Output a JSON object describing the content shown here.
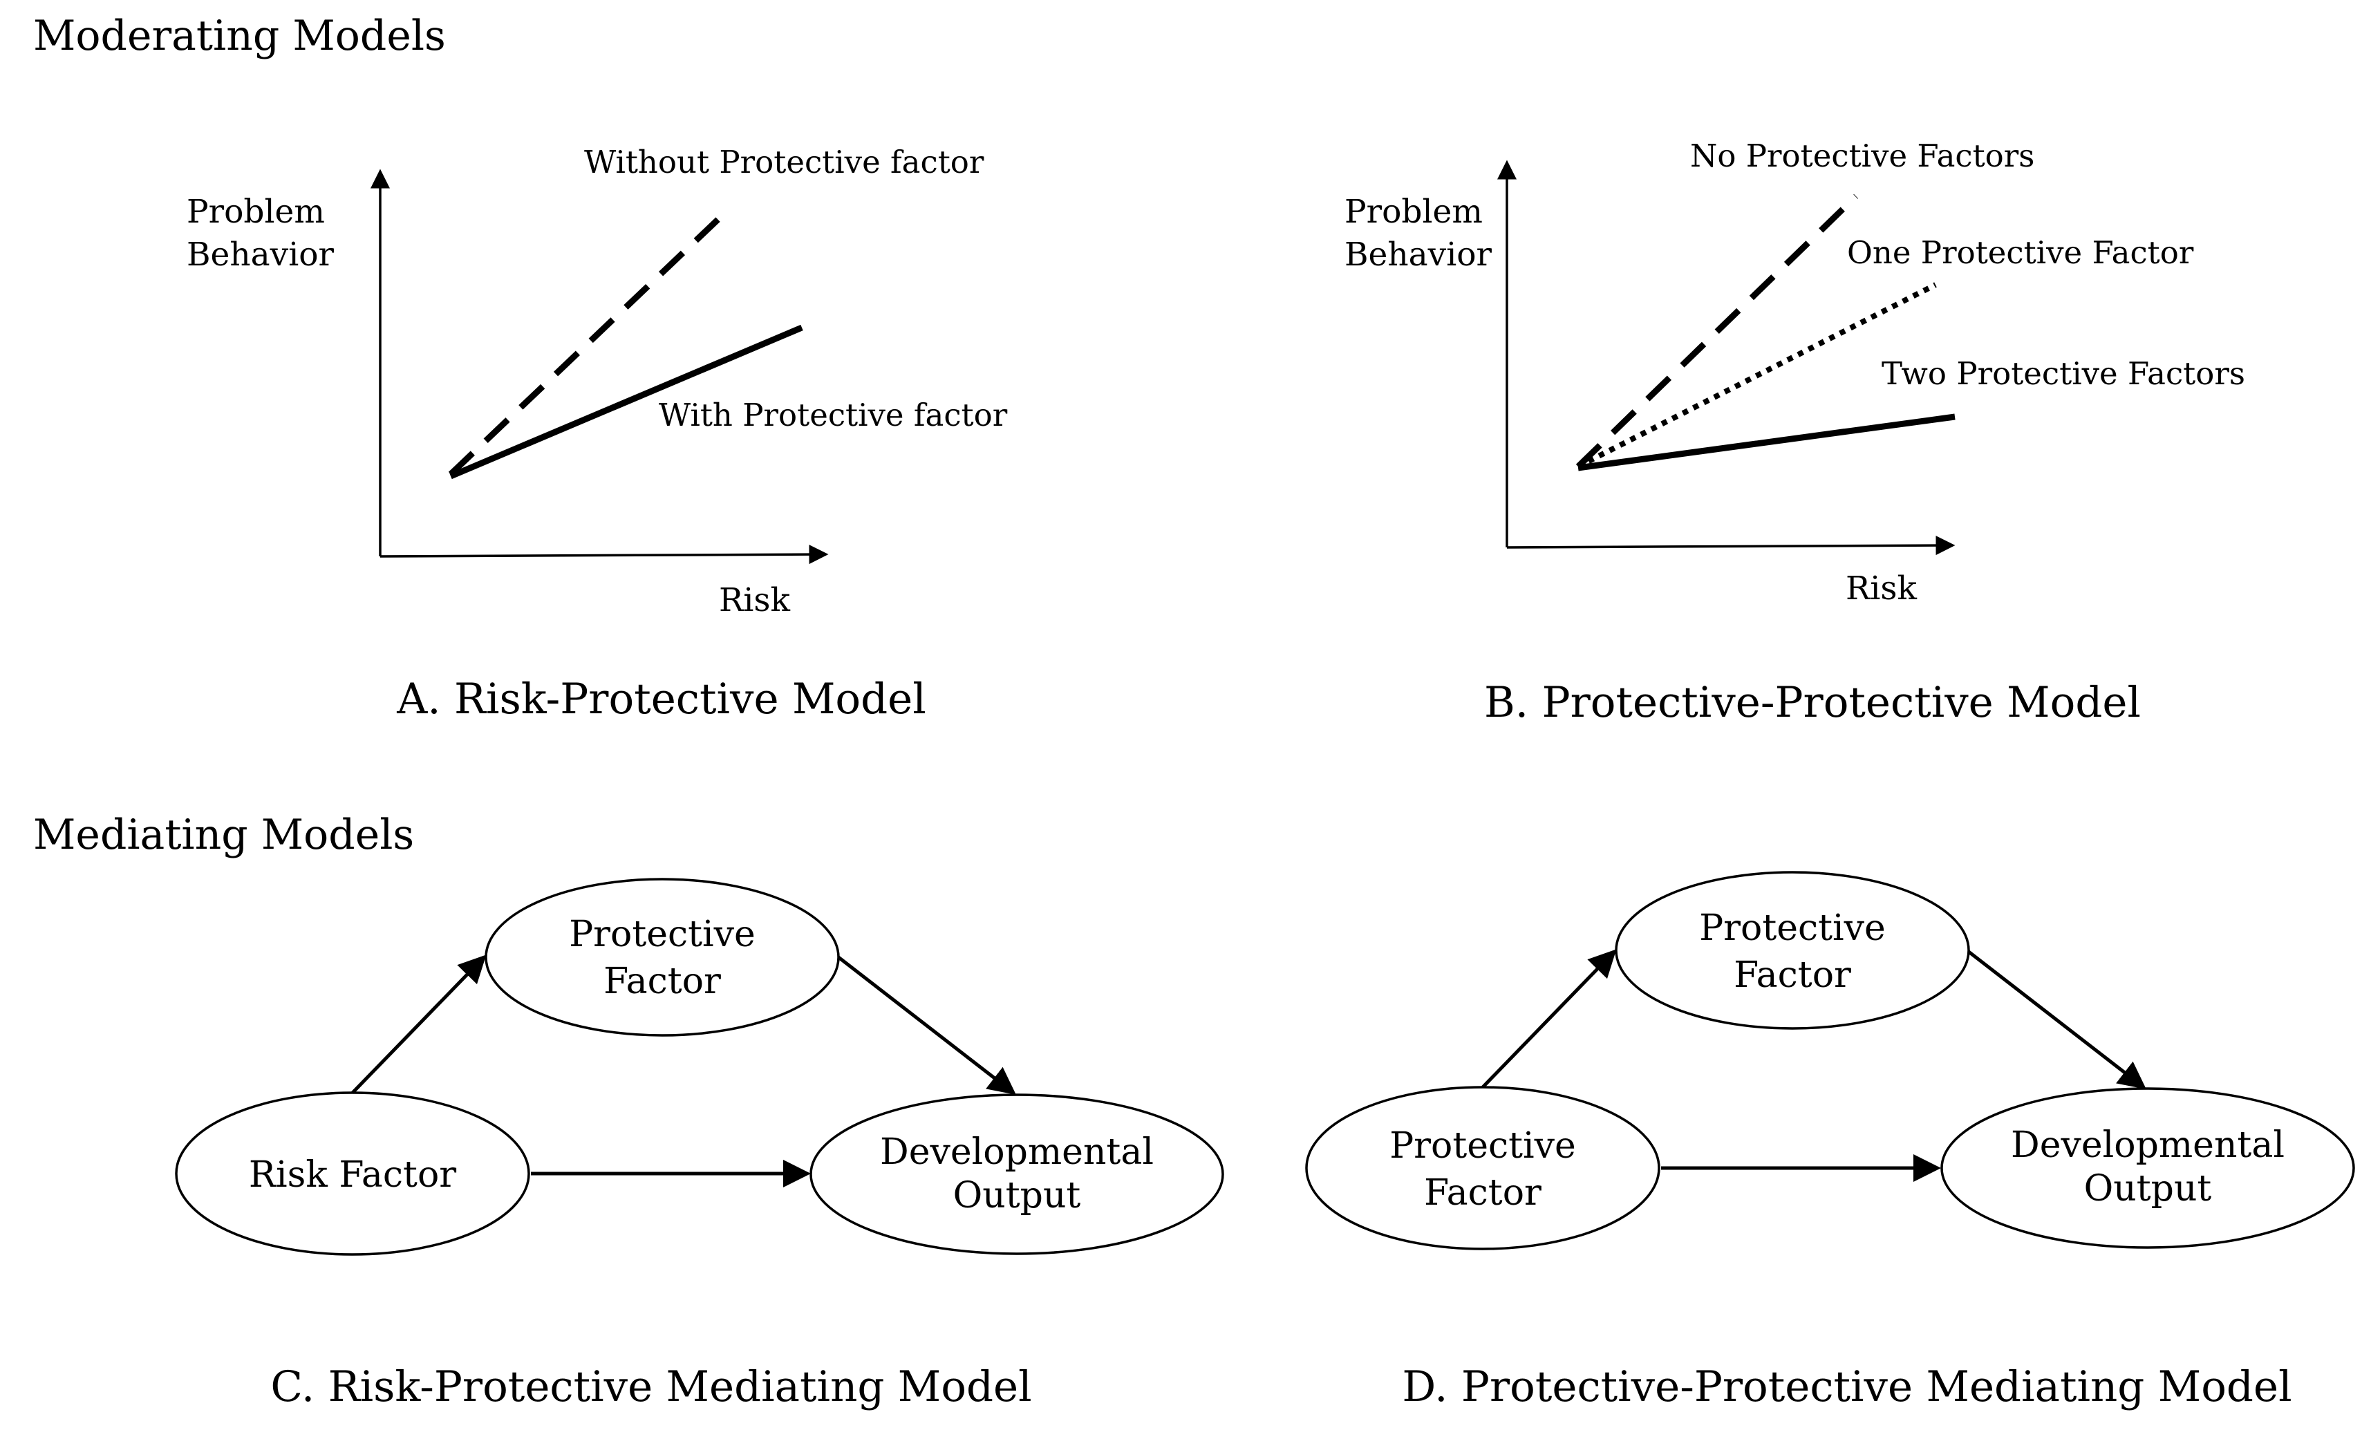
{
  "moderating": {
    "title": "Moderating Models",
    "panel_a": {
      "caption": "A. Risk-Protective Model",
      "y_label_line1": "Problem",
      "y_label_line2": "Behavior",
      "x_label": "Risk",
      "line_without": "Without Protective factor",
      "line_with": "With Protective factor"
    },
    "panel_b": {
      "caption": "B. Protective-Protective Model",
      "y_label_line1": "Problem",
      "y_label_line2": "Behavior",
      "x_label": "Risk",
      "line_none": "No Protective Factors",
      "line_one": "One Protective Factor",
      "line_two": "Two Protective Factors"
    }
  },
  "mediating": {
    "title": "Mediating Models",
    "panel_c": {
      "caption": "C. Risk-Protective Mediating Model",
      "mediator_line1": "Protective",
      "mediator_line2": "Factor",
      "source": "Risk Factor",
      "outcome_line1": "Developmental",
      "outcome_line2": "Output"
    },
    "panel_d": {
      "caption": "D. Protective-Protective Mediating Model",
      "mediator_line1": "Protective",
      "mediator_line2": "Factor",
      "source_line1": "Protective",
      "source_line2": "Factor",
      "outcome_line1": "Developmental",
      "outcome_line2": "Output"
    }
  }
}
